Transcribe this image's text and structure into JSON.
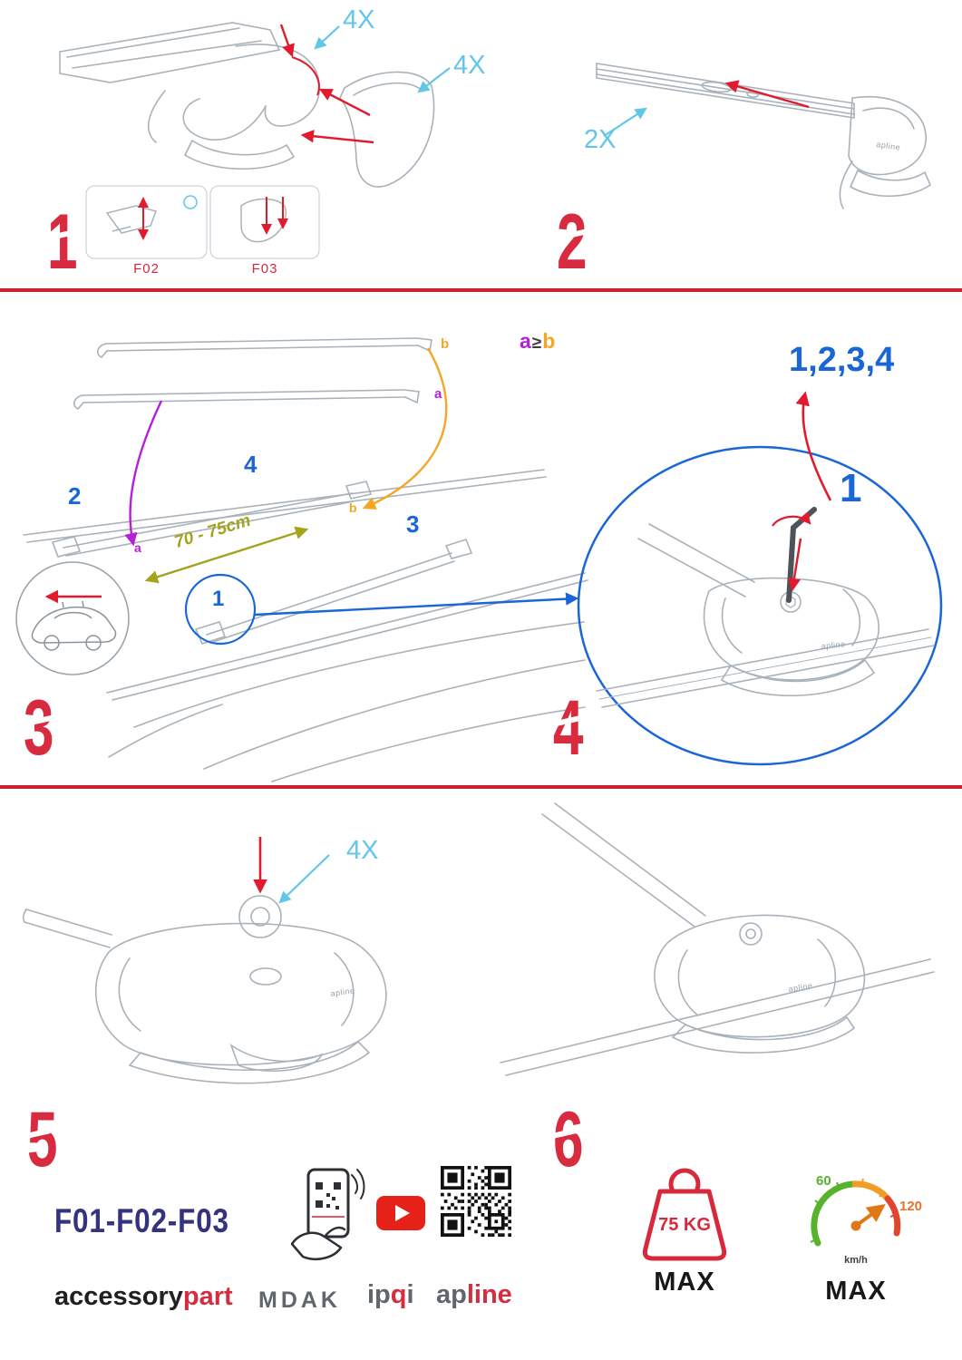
{
  "colors": {
    "accent_red": "#d92b3f",
    "arrow_red": "#e11b2d",
    "cyan": "#62c6e8",
    "blue": "#1b66d6",
    "purple": "#b520d8",
    "orange": "#f5a623",
    "olive": "#a3a31c",
    "navy": "#33337f",
    "brand_red": "#d42e3e",
    "gray_line": "#a9b2ba"
  },
  "steps": {
    "s1": {
      "number": "1",
      "qty_clamp": "4X",
      "qty_cover": "4X",
      "part_left": "F02",
      "part_right": "F03"
    },
    "s2": {
      "number": "2",
      "qty": "2X"
    },
    "s3": {
      "number": "3",
      "bar_label_b": "b",
      "bar_label_a": "a",
      "rule_a": "a",
      "rule_op": "≥",
      "rule_b": "b",
      "pos_1": "1",
      "pos_2": "2",
      "pos_3": "3",
      "pos_4": "4",
      "roof_a": "a",
      "roof_b": "b",
      "distance": "70 - 75cm"
    },
    "s4": {
      "number": "4",
      "sequence": "1,2,3,4",
      "start": "1"
    },
    "s5": {
      "number": "5",
      "qty": "4X"
    },
    "s6": {
      "number": "6",
      "weight": "75 KG",
      "weight_max": "MAX",
      "speed_low": "60",
      "speed_high": "120",
      "speed_unit": "km/h",
      "speed_max": "MAX"
    }
  },
  "branding": {
    "models": "F01-F02-F03",
    "accessory": "accessory",
    "part": "part",
    "mdak": "MDAK",
    "ipqi_ip": "ip",
    "ipqi_q": "q",
    "ipqi_i": "i",
    "apline_ap": "ap",
    "apline_line": "line",
    "clamp_logo": "apline"
  }
}
